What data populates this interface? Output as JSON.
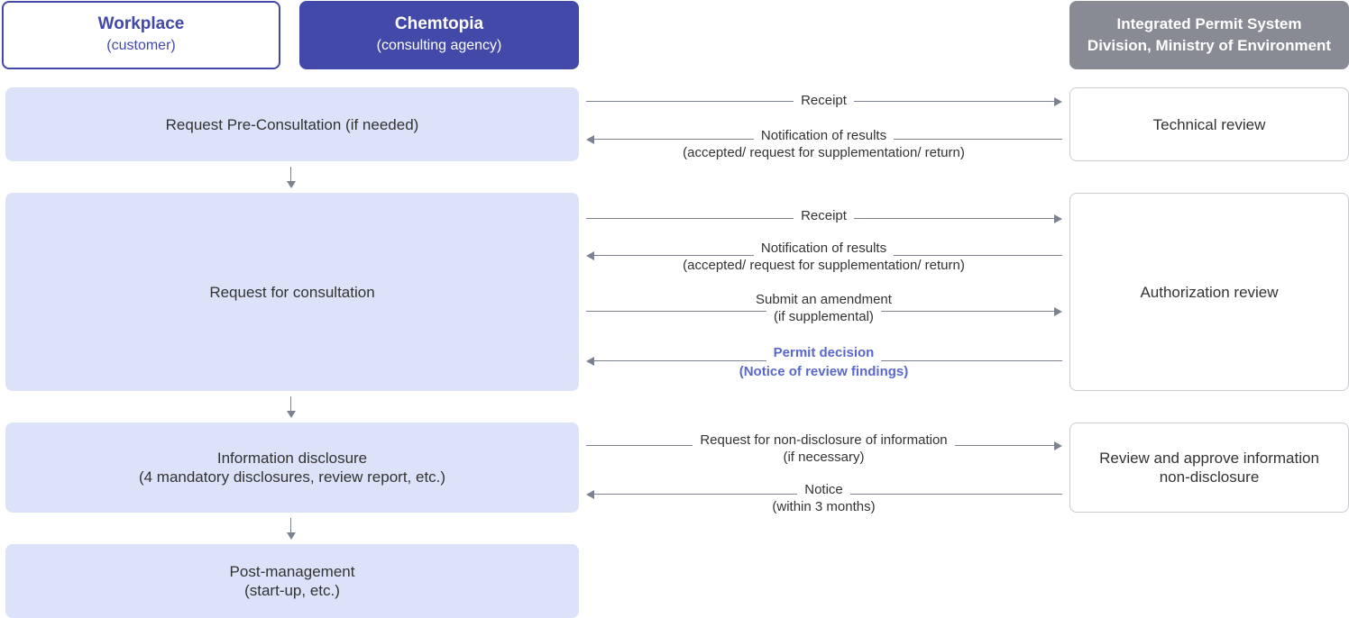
{
  "headers": {
    "workplace": {
      "title": "Workplace",
      "subtitle": "(customer)"
    },
    "chemtopia": {
      "title": "Chemtopia",
      "subtitle": "(consulting agency)"
    },
    "ministry": {
      "line1": "Integrated Permit System",
      "line2": "Division, Ministry of Environment"
    }
  },
  "steps": {
    "pre_consultation": "Request Pre-Consultation (if needed)",
    "consultation": "Request for consultation",
    "disclosure": {
      "line1": "Information disclosure",
      "line2": "(4 mandatory disclosures, review report, etc.)"
    },
    "post_management": {
      "line1": "Post-management",
      "line2": "(start-up, etc.)"
    }
  },
  "reviews": {
    "technical": "Technical review",
    "authorization": "Authorization review",
    "nondisclosure": {
      "line1": "Review and approve information",
      "line2": "non-disclosure"
    }
  },
  "flows": {
    "receipt_1": "Receipt",
    "notify_1": {
      "line1": "Notification of results",
      "line2": "(accepted/ request for supplementation/ return)"
    },
    "receipt_2": "Receipt",
    "notify_2": {
      "line1": "Notification of results",
      "line2": "(accepted/ request for supplementation/ return)"
    },
    "amendment": {
      "line1": "Submit an amendment",
      "line2": "(if supplemental)"
    },
    "permit": {
      "line1": "Permit decision",
      "line2": "(Notice of review findings)"
    },
    "nondisclosure_request": {
      "line1": "Request for non-disclosure of information",
      "line2": "(if necessary)"
    },
    "notice": {
      "line1": "Notice",
      "line2": "(within 3 months)"
    }
  },
  "colors": {
    "primary": "#4249a8",
    "step_fill": "#dce3f8",
    "ministry": "#888a94",
    "highlight": "#5a67cf"
  }
}
